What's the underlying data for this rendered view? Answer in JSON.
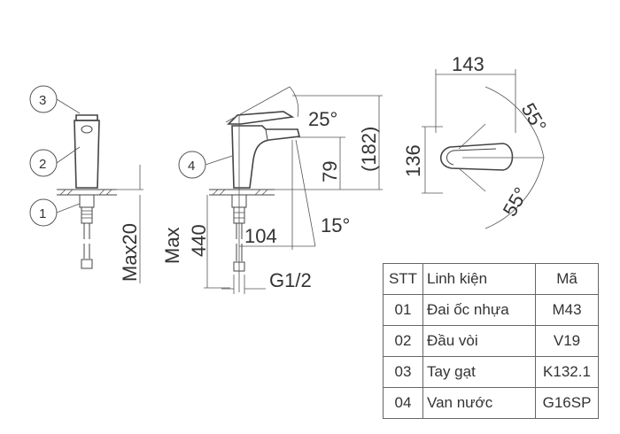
{
  "callouts": [
    "1",
    "2",
    "3",
    "4"
  ],
  "dimensions": {
    "max20": "Max20",
    "max440": "Max",
    "d440": "440",
    "d104": "104",
    "g12": "G1/2",
    "a25": "25°",
    "d79": "79",
    "d182": "(182)",
    "a15": "15°",
    "d143": "143",
    "d136": "136",
    "a55top": "55°",
    "a55bot": "55°"
  },
  "table": {
    "headers": [
      "STT",
      "Linh kiện",
      "Mã"
    ],
    "rows": [
      [
        "01",
        "Đai ốc nhựa",
        "M43"
      ],
      [
        "02",
        "Đầu vòi",
        "V19"
      ],
      [
        "03",
        "Tay gạt",
        "K132.1"
      ],
      [
        "04",
        "Van nước",
        "G16SP"
      ]
    ]
  }
}
